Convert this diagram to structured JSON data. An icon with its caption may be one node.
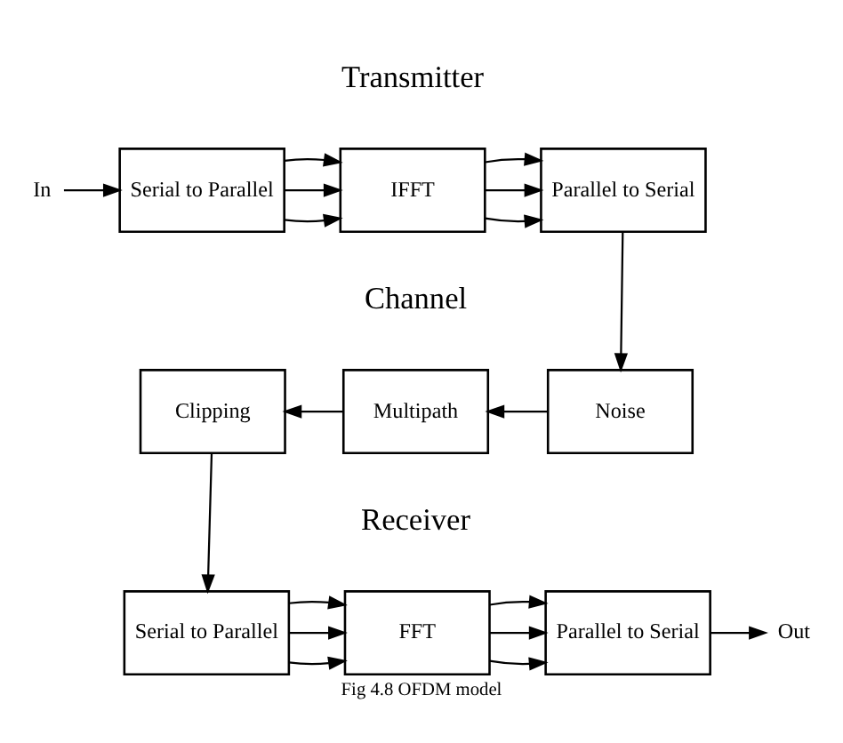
{
  "diagram": {
    "caption": "Fig 4.8 OFDM model",
    "nodes": [
      {
        "text": [
          "In"
        ]
      },
      {
        "text": [
          "Serial to Parallel"
        ]
      },
      {
        "text": [
          "IFFT"
        ]
      },
      {
        "text": [
          "Parallel to Serial"
        ]
      },
      {
        "text": [
          "Clipping"
        ]
      },
      {
        "text": [
          "Multipath"
        ]
      },
      {
        "text": [
          "Noise"
        ]
      },
      {
        "text": [
          "Serial to Parallel"
        ]
      },
      {
        "text": [
          "FFT"
        ]
      },
      {
        "text": [
          "Parallel to Serial"
        ]
      },
      {
        "text": [
          "Out"
        ]
      }
    ],
    "edges": [
      {
        "from": 0,
        "to": 1,
        "arrow": "to"
      },
      {
        "from": 1,
        "to": 2,
        "arrow": "to"
      },
      {
        "from": 1,
        "to": 2,
        "arrow": "to"
      },
      {
        "from": 1,
        "to": 2,
        "arrow": "to"
      },
      {
        "from": 2,
        "to": 3,
        "arrow": "to"
      },
      {
        "from": 2,
        "to": 3,
        "arrow": "to"
      },
      {
        "from": 2,
        "to": 3,
        "arrow": "to"
      },
      {
        "from": 3,
        "to": 6,
        "arrow": "to"
      },
      {
        "from": 6,
        "to": 5,
        "arrow": "to"
      },
      {
        "from": 5,
        "to": 4,
        "arrow": "to"
      },
      {
        "from": 4,
        "to": 7,
        "arrow": "to"
      },
      {
        "from": 7,
        "to": 8,
        "arrow": "to"
      },
      {
        "from": 7,
        "to": 8,
        "arrow": "to"
      },
      {
        "from": 7,
        "to": 8,
        "arrow": "to"
      },
      {
        "from": 8,
        "to": 9,
        "arrow": "to"
      },
      {
        "from": 8,
        "to": 9,
        "arrow": "to"
      },
      {
        "from": 8,
        "to": 9,
        "arrow": "to"
      },
      {
        "from": 9,
        "to": 10,
        "arrow": "to"
      }
    ],
    "labels": [
      "Transmitter",
      "Channel",
      "Receiver"
    ]
  }
}
